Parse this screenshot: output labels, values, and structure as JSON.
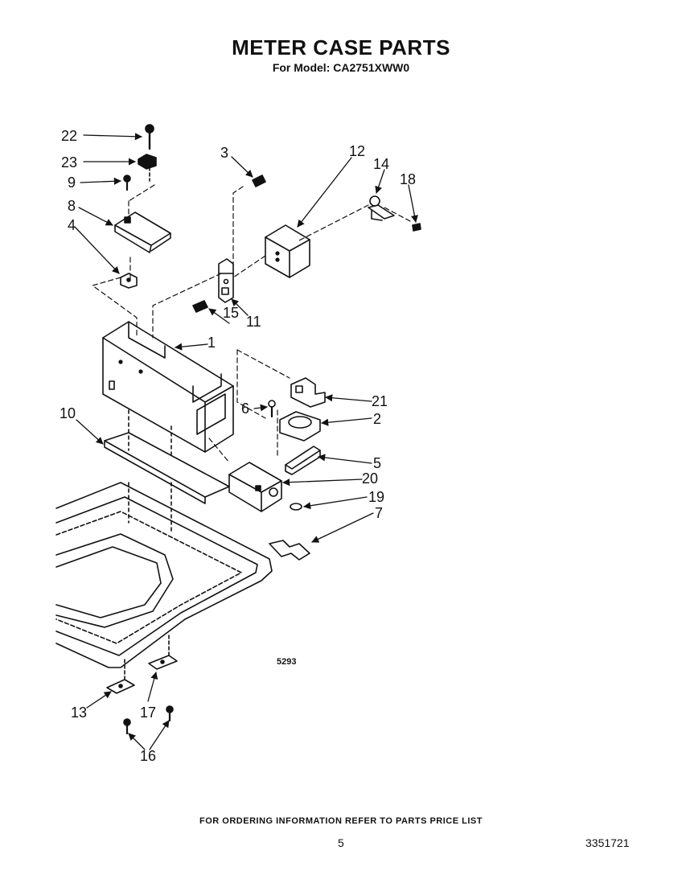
{
  "header": {
    "title": "METER CASE PARTS",
    "subtitle": "For Model: CA2751XWW0"
  },
  "diagram": {
    "figure_code": "5293",
    "callouts": [
      "22",
      "23",
      "9",
      "8",
      "4",
      "3",
      "12",
      "14",
      "18",
      "11",
      "15",
      "1",
      "21",
      "6",
      "2",
      "10",
      "5",
      "20",
      "19",
      "7",
      "13",
      "17",
      "16"
    ]
  },
  "footer": {
    "ordering_note": "FOR ORDERING INFORMATION REFER TO PARTS PRICE LIST",
    "page_number": "5",
    "document_number": "3351721"
  }
}
